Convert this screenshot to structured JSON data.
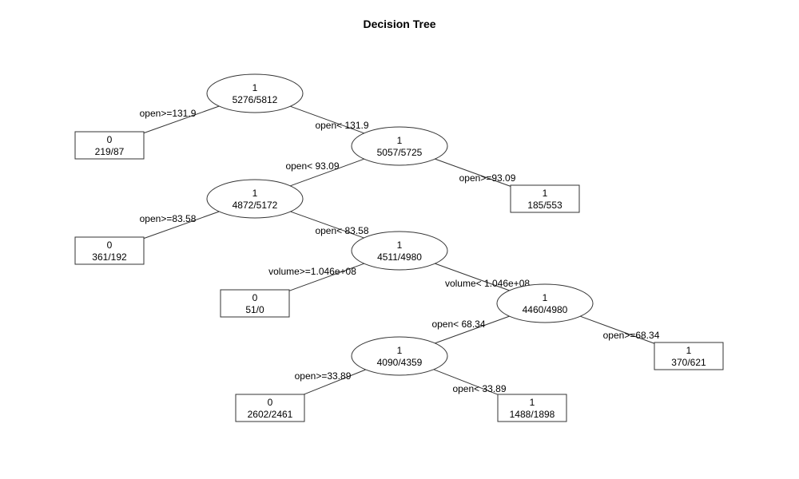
{
  "title": "Decision Tree",
  "colors": {
    "stroke": "#333333",
    "text": "#000000",
    "background": "#ffffff"
  },
  "nodes": [
    {
      "id": "n1",
      "shape": "ellipse",
      "class_label": "1",
      "counts": "5276/5812"
    },
    {
      "id": "n2",
      "shape": "rect",
      "class_label": "0",
      "counts": "219/87"
    },
    {
      "id": "n3",
      "shape": "ellipse",
      "class_label": "1",
      "counts": "5057/5725"
    },
    {
      "id": "n4",
      "shape": "ellipse",
      "class_label": "1",
      "counts": "4872/5172"
    },
    {
      "id": "n5",
      "shape": "rect",
      "class_label": "1",
      "counts": "185/553"
    },
    {
      "id": "n6",
      "shape": "rect",
      "class_label": "0",
      "counts": "361/192"
    },
    {
      "id": "n7",
      "shape": "ellipse",
      "class_label": "1",
      "counts": "4511/4980"
    },
    {
      "id": "n8",
      "shape": "rect",
      "class_label": "0",
      "counts": "51/0"
    },
    {
      "id": "n9",
      "shape": "ellipse",
      "class_label": "1",
      "counts": "4460/4980"
    },
    {
      "id": "n10",
      "shape": "ellipse",
      "class_label": "1",
      "counts": "4090/4359"
    },
    {
      "id": "n11",
      "shape": "rect",
      "class_label": "1",
      "counts": "370/621"
    },
    {
      "id": "n12",
      "shape": "rect",
      "class_label": "0",
      "counts": "2602/2461"
    },
    {
      "id": "n13",
      "shape": "rect",
      "class_label": "1",
      "counts": "1488/1898"
    }
  ],
  "edges": [
    {
      "from": "n1",
      "to": "n2",
      "label": "open>=131.9"
    },
    {
      "from": "n1",
      "to": "n3",
      "label": "open< 131.9"
    },
    {
      "from": "n3",
      "to": "n4",
      "label": "open< 93.09"
    },
    {
      "from": "n3",
      "to": "n5",
      "label": "open>=93.09"
    },
    {
      "from": "n4",
      "to": "n6",
      "label": "open>=83.58"
    },
    {
      "from": "n4",
      "to": "n7",
      "label": "open< 83.58"
    },
    {
      "from": "n7",
      "to": "n8",
      "label": "volume>=1.046e+08"
    },
    {
      "from": "n7",
      "to": "n9",
      "label": "volume< 1.046e+08"
    },
    {
      "from": "n9",
      "to": "n10",
      "label": "open< 68.34"
    },
    {
      "from": "n9",
      "to": "n11",
      "label": "open>=68.34"
    },
    {
      "from": "n10",
      "to": "n12",
      "label": "open>=33.89"
    },
    {
      "from": "n10",
      "to": "n13",
      "label": "open< 33.89"
    }
  ]
}
